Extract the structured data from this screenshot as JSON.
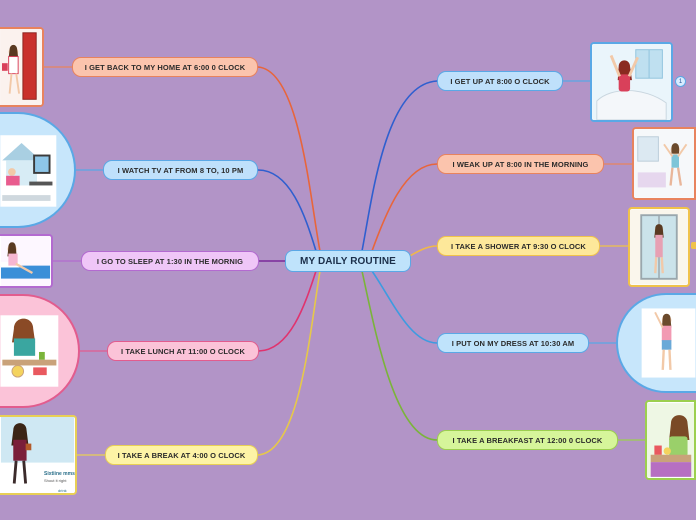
{
  "center": {
    "label": "MY DAILY ROUTINE"
  },
  "badge_count": "1",
  "right_branches": [
    {
      "label": "I GET UP AT 8:00 O CLOCK",
      "color": "#2f5fcf",
      "fill": "#bfe0fb",
      "border": "#5aa8e6"
    },
    {
      "label": "I WEAK UP AT 8:00 IN THE MORNING",
      "color": "#e8653b",
      "fill": "#fbc4ad",
      "border": "#e8835e"
    },
    {
      "label": "I TAKE A SHOWER AT 9:30 O CLOCK",
      "color": "#f0b84a",
      "fill": "#fde89a",
      "border": "#f0c24a"
    },
    {
      "label": "I PUT ON MY DRESS AT 10:30 AM",
      "color": "#3d9be0",
      "fill": "#bfe3fb",
      "border": "#5aa8e6"
    },
    {
      "label": "I TAKE A BREAKFAST  AT 12:00 0 CLOCK",
      "color": "#7ab43a",
      "fill": "#d6f59a",
      "border": "#9ccf4f"
    }
  ],
  "left_branches": [
    {
      "label": "I GET BACK TO MY HOME AT 6:00 0 CLOCK",
      "color": "#e8653b",
      "fill": "#fbc4ad",
      "border": "#e8835e"
    },
    {
      "label": "I WATCH TV AT FROM 8 TO, 10 PM",
      "color": "#2f5fcf",
      "fill": "#bfe0fb",
      "border": "#5aa8e6"
    },
    {
      "label": "I GO TO SLEEP AT 1:30 IN THE MORNIG",
      "color": "#7a2a9a",
      "fill": "#efc6f7",
      "border": "#b36ad0"
    },
    {
      "label": "I TAKE LUNCH AT 11:00 O CLOCK",
      "color": "#e0336e",
      "fill": "#fbc3d8",
      "border": "#e25c8e"
    },
    {
      "label": "I TAKE A BREAK AT 4:00 O CLOCK",
      "color": "#e6c84a",
      "fill": "#fdf3a6",
      "border": "#e8cf55"
    }
  ],
  "break_card": {
    "caption": "Sixtiine mms",
    "subcaption": "Shout it right",
    "tag": "drink"
  }
}
